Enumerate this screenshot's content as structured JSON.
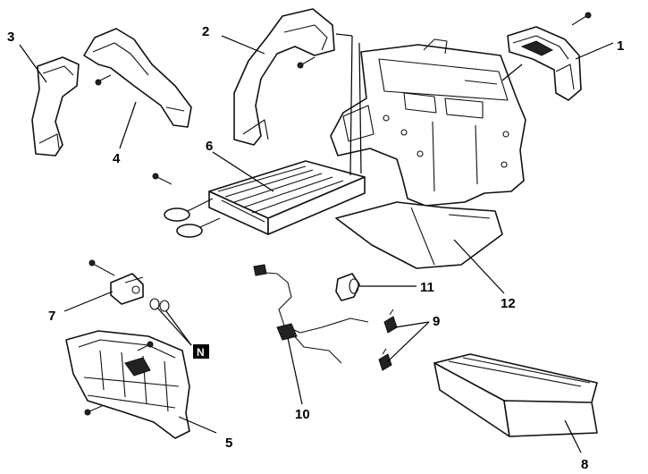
{
  "diagram": {
    "callouts": {
      "c1": "1",
      "c2": "2",
      "c3": "3",
      "c4": "4",
      "c5": "5",
      "c6": "6",
      "c7": "7",
      "c8": "8",
      "c9": "9",
      "c10": "10",
      "c11": "11",
      "c12": "12"
    },
    "badge": "N"
  }
}
